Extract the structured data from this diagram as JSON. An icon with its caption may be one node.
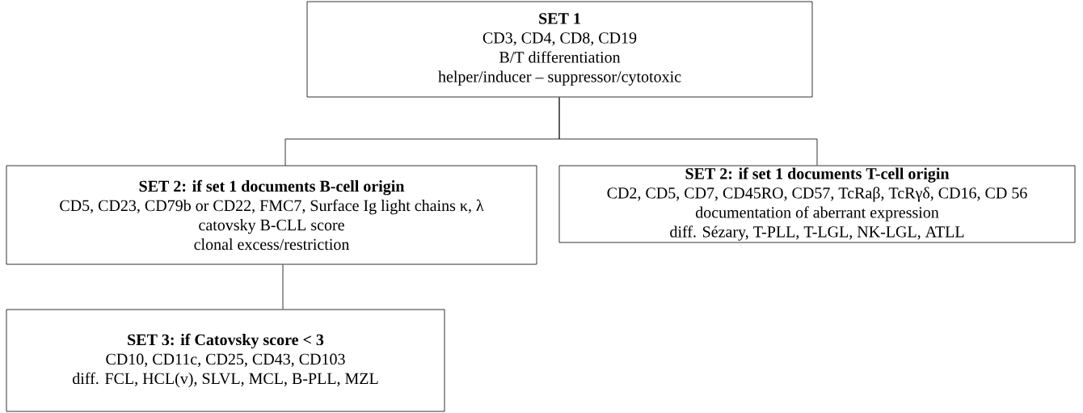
{
  "diagram": {
    "nodes": [
      {
        "text": [
          "SET 1",
          "CD3, CD4, CD8, CD19",
          "B/T differentiation",
          "helper/inducer – suppressor/cytotoxic"
        ]
      },
      {
        "text": [
          "SET 2: if set 1 documents B-cell origin",
          "CD5, CD23, CD79b or CD22, FMC7, Surface Ig light chains κ, λ",
          "catovsky B-CLL score",
          "clonal excess/restriction"
        ]
      },
      {
        "text": [
          "SET 2: if set 1 documents T-cell origin",
          "CD2, CD5, CD7, CD45RO, CD57, TcRaβ, TcRγδ, CD16, CD 56",
          "documentation of aberrant expression",
          "diff. Sézary, T-PLL, T-LGL, NK-LGL, ATLL"
        ]
      },
      {
        "text": [
          "SET 3: if Catovsky score < 3",
          "CD10, CD11c, CD25, CD43, CD103",
          "diff. FCL, HCL(v), SLVL, MCL, B-PLL, MZL"
        ]
      }
    ],
    "edges": [
      {
        "from": 0,
        "to": 1,
        "arrow": "none"
      },
      {
        "from": 0,
        "to": 2,
        "arrow": "none"
      },
      {
        "from": 1,
        "to": 3,
        "arrow": "none"
      }
    ]
  }
}
